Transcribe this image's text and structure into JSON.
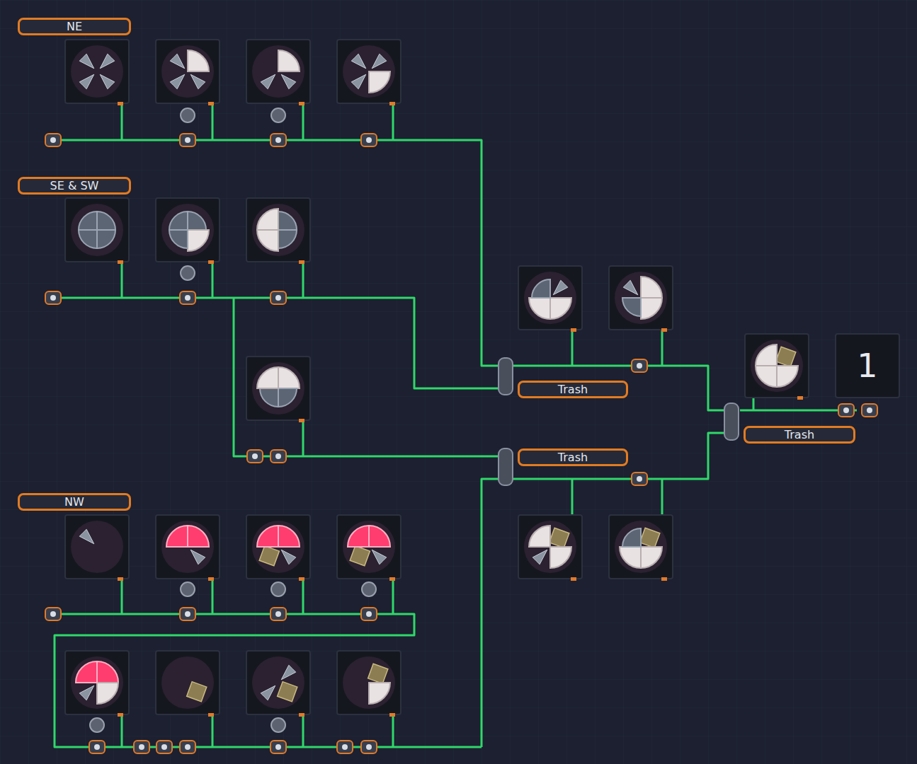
{
  "diagram": {
    "nodes": [
      {
        "text": [
          "NE"
        ]
      },
      {
        "text": [
          "SE & SW"
        ]
      },
      {
        "text": [
          "NW"
        ]
      },
      {
        "text": [
          "Trash"
        ]
      },
      {
        "text": [
          "Trash"
        ]
      },
      {
        "text": [
          "Trash"
        ]
      },
      {
        "text": [
          "1"
        ]
      }
    ]
  }
}
